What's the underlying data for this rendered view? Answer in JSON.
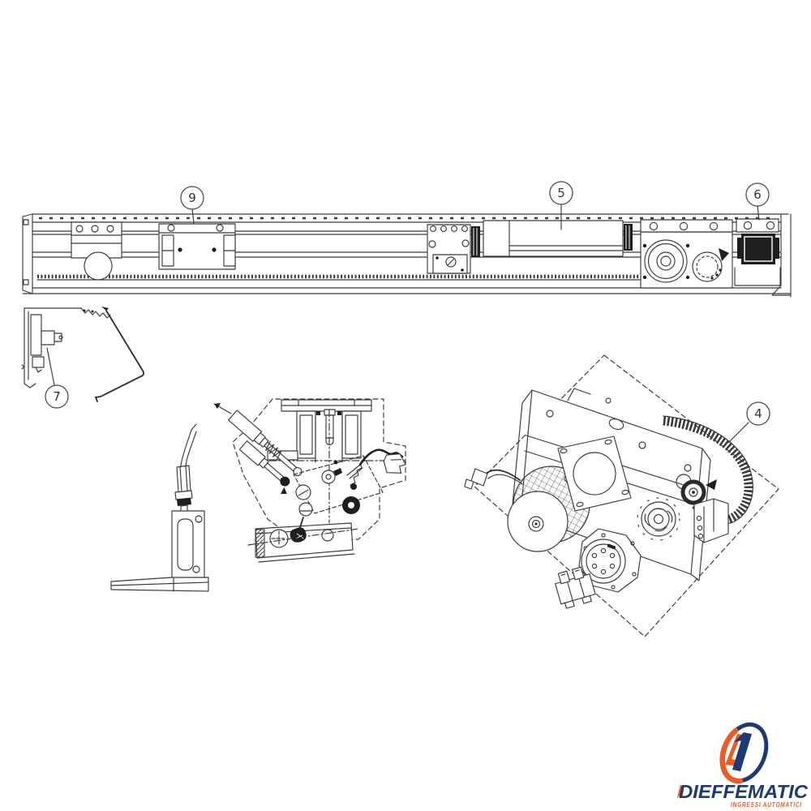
{
  "diagram": {
    "callouts": [
      {
        "label": "9"
      },
      {
        "label": "5"
      },
      {
        "label": "6"
      },
      {
        "label": "7"
      },
      {
        "label": "4"
      }
    ]
  },
  "logo": {
    "brand": "DIEFFEMATIC",
    "tagline": "INGRESSI AUTOMATICI",
    "colors": {
      "navy": "#1d3a75",
      "orange": "#ef5a22"
    }
  }
}
